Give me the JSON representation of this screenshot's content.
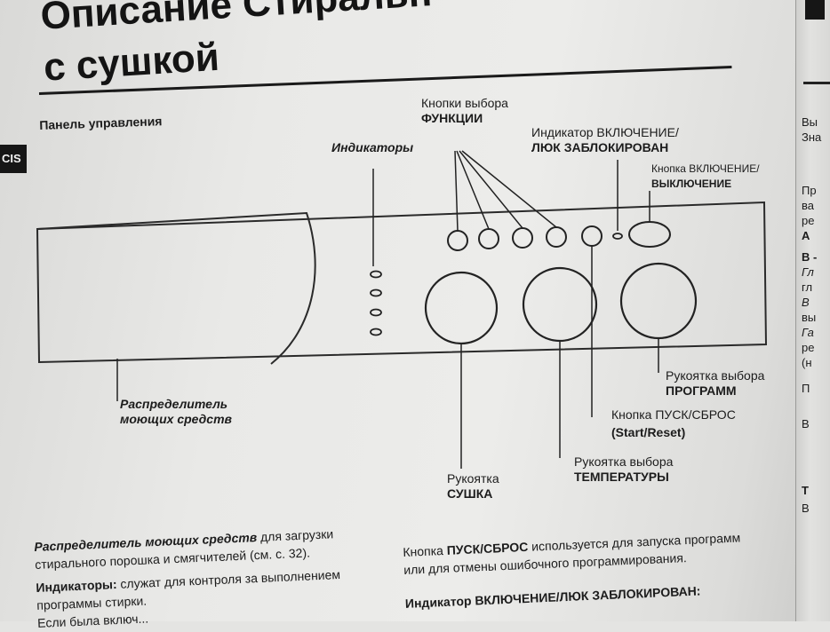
{
  "title": {
    "line1": "Описание Стиральн",
    "line2": "с сушкой"
  },
  "side_tab": "CIS",
  "section_title": "Панель управления",
  "labels": {
    "indicators": "Индикаторы",
    "function_buttons_l1": "Кнопки выбора",
    "function_buttons_l2": "ФУНКЦИИ",
    "power_indicator_l1": "Индикатор ВКЛЮЧЕНИЕ/",
    "power_indicator_l2": "ЛЮК ЗАБЛОКИРОВАН",
    "power_button_l1": "Кнопка ВКЛЮЧЕНИЕ/",
    "power_button_l2": "ВЫКЛЮЧЕНИЕ",
    "dispenser_l1": "Распределитель",
    "dispenser_l2": "моющих средств",
    "program_knob_l1": "Рукоятка выбора",
    "program_knob_l2": "ПРОГРАММ",
    "start_reset_l1": "Кнопка ПУСК/СБРОС",
    "start_reset_l2": "(Start/Reset)",
    "temperature_knob_l1": "Рукоятка выбора",
    "temperature_knob_l2": "ТЕМПЕРАТУРЫ",
    "dry_knob_l1": "Рукоятка",
    "dry_knob_l2": "СУШКА"
  },
  "body_left": {
    "p1_italic": "Распределитель моющих средств",
    "p1_rest": " для загрузки стирального порошка и смягчителей (см. с. 32).",
    "p2_bold": "Индикаторы:",
    "p2_rest": " служат для контроля за выполнением программы стирки.",
    "p3": "Если была включ..."
  },
  "body_right": {
    "p1_a": "Кнопка ",
    "p1_bold": "ПУСК/СБРОС",
    "p1_rest": " используется для запуска программ или для отмены ошибочного программирования.",
    "p2": "Индикатор ВКЛЮЧЕНИЕ/ЛЮК ЗАБЛОКИРОВАН:"
  },
  "right_strip": {
    "lines": [
      "Вы",
      "Зна",
      "",
      "Пр",
      "ва",
      "ре",
      "А",
      "",
      "В -",
      "Гл",
      "гл",
      "В",
      "вы",
      "Га",
      "ре",
      "(н",
      "",
      "П",
      "",
      "В",
      "",
      "",
      "Т",
      "В"
    ]
  }
}
